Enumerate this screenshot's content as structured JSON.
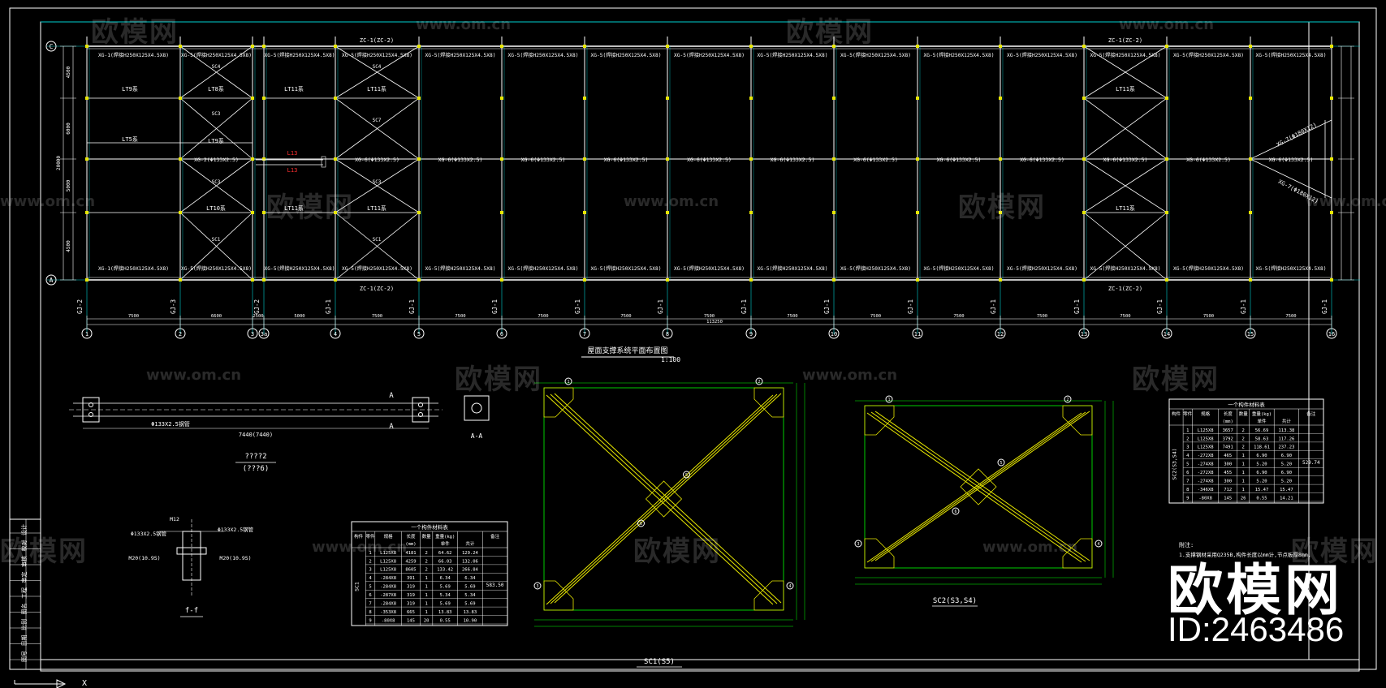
{
  "colors": {
    "frame": "#ffffff",
    "grid": "#00d0d0",
    "member": "#ffffff",
    "green": "#00ff00",
    "yellow": "#e8e800",
    "red": "#ff3030"
  },
  "plan": {
    "title": "屋面支撑系统平面布置图",
    "scale": "1:100",
    "axis_rows": [
      "C",
      "A"
    ],
    "axis_cols": [
      "1",
      "2",
      "3",
      "3a",
      "4",
      "5",
      "6",
      "7",
      "8",
      "9",
      "10",
      "11",
      "12",
      "13",
      "14",
      "15",
      "16"
    ],
    "bay_widths": [
      "7500",
      "6600",
      "2500",
      "5000",
      "7500",
      "7500",
      "7500",
      "7500",
      "7500",
      "7500",
      "7500",
      "7500",
      "7500",
      "7500",
      "7500",
      "7500"
    ],
    "total_width": "113250",
    "column_tags": [
      "GJ-2",
      "GJ-3",
      "GJ-2",
      "GJ-1",
      "GJ-1",
      "GJ-1",
      "GJ-1",
      "GJ-1",
      "GJ-1",
      "GJ-1",
      "GJ-1",
      "GJ-1",
      "GJ-1",
      "GJ-1",
      "GJ-1",
      "GJ-1"
    ],
    "row_dims_left": [
      "4500",
      "6000",
      "5000",
      "4500"
    ],
    "row_total_left": "20000",
    "top_ties": [
      "XG-1(焊接H250X125X4.5X8)",
      "XG-5(焊接H250X125X4.5X8)",
      "XG-5(焊接H250X125X4.5X8)",
      "XG-5(焊接H250X125X4.5X8)",
      "XG-5(焊接H250X125X4.5X8)",
      "XG-5(焊接H250X125X4.5X8)",
      "XG-5(焊接H250X125X4.5X8)",
      "XG-5(焊接H250X125X4.5X8)",
      "XG-5(焊接H250X125X4.5X8)",
      "XG-5(焊接H250X125X4.5X8)",
      "XG-5(焊接H250X125X4.5X8)",
      "XG-5(焊接H250X125X4.5X8)",
      "XG-5(焊接H250X125X4.5X8)",
      "XG-5(焊接H250X125X4.5X8)",
      "XG-5(焊接H250X125X4.5X8)"
    ],
    "mid_ties": [
      "XG-2(Φ133X2.5)",
      "XG-6(Φ133X2.5)",
      "XG-6(Φ133X2.5)",
      "XG-6(Φ133X2.5)",
      "XG-6(Φ133X2.5)",
      "XG-6(Φ133X2.5)",
      "XG-6(Φ133X2.5)",
      "XG-6(Φ133X2.5)",
      "XG-6(Φ133X2.5)",
      "XG-6(Φ133X2.5)",
      "XG-6(Φ133X2.5)",
      "XG-6(Φ133X2.5)",
      "XG-6(Φ133X2.5)"
    ],
    "zc_top": [
      "ZC-1(ZC-2)",
      "ZC-1(ZC-2)"
    ],
    "zc_bottom": [
      "ZC-1(ZC-2)",
      "ZC-1(ZC-2)"
    ],
    "lt_labels": [
      "LT9系",
      "LT5系",
      "LT8系",
      "LT9系",
      "LT10系",
      "LT11系",
      "LT11系",
      "LT11系",
      "LT11系",
      "LT11系",
      "LT11系"
    ],
    "red_labels": [
      "L13",
      "L13"
    ],
    "bracing_tags": [
      "SC4",
      "SC3",
      "SC3",
      "SC1",
      "SC4",
      "SC7",
      "SC3",
      "SC1"
    ],
    "xg7": [
      "XG-7(Φ180X12)",
      "XG-7(Φ180X12)"
    ]
  },
  "tie_detail": {
    "title": "????2",
    "subtitle": "(???6)",
    "length": "7440(7440)",
    "pipe": "Φ133X2.5钢管",
    "section_label": "A-A",
    "section_mark": "A"
  },
  "ff_detail": {
    "title": "f-f",
    "notes": [
      "Φ133X2.5钢管",
      "Φ133X2.5钢管",
      "M12",
      "M20(10.9S)",
      "M20(10.9S)"
    ]
  },
  "sc1": {
    "title": "SC1(S5)"
  },
  "sc2": {
    "title": "SC2(S3,S4)"
  },
  "table1": {
    "title": "一个构件材料表",
    "headers": [
      "构件",
      "零件",
      "规格",
      "长度",
      "数量",
      "重量(kg)",
      "",
      "备注"
    ],
    "subheaders": [
      "",
      "",
      "",
      "(mm)",
      "",
      "单件",
      "共计",
      ""
    ],
    "rows": [
      [
        "1",
        "L125X8",
        "4181",
        "2",
        "64.62",
        "129.24"
      ],
      [
        "2",
        "L125X8",
        "4259",
        "2",
        "66.03",
        "132.06"
      ],
      [
        "3",
        "L125X8",
        "8605",
        "2",
        "133.42",
        "266.84"
      ],
      [
        "4",
        "-284X8",
        "391",
        "1",
        "6.34",
        "6.34"
      ],
      [
        "5",
        "-284X8",
        "319",
        "1",
        "5.69",
        "5.69"
      ],
      [
        "6",
        "-287X8",
        "319",
        "1",
        "5.34",
        "5.34"
      ],
      [
        "7",
        "-284X8",
        "319",
        "1",
        "5.69",
        "5.69"
      ],
      [
        "8",
        "-353X8",
        "665",
        "1",
        "13.83",
        "13.83"
      ],
      [
        "9",
        "-80X8",
        "145",
        "20",
        "0.55",
        "10.90"
      ]
    ],
    "member": "SC1",
    "total": "583.50"
  },
  "table2": {
    "title": "一个构件材料表",
    "headers": [
      "构件",
      "零件",
      "规格",
      "长度",
      "数量",
      "重量(kg)",
      "",
      "备注"
    ],
    "subheaders": [
      "",
      "",
      "",
      "(mm)",
      "",
      "单件",
      "共计",
      ""
    ],
    "rows": [
      [
        "1",
        "L125X8",
        "3657",
        "2",
        "56.69",
        "113.38"
      ],
      [
        "2",
        "L125X8",
        "3792",
        "2",
        "58.63",
        "117.26"
      ],
      [
        "3",
        "L125X8",
        "7491",
        "2",
        "118.61",
        "237.23"
      ],
      [
        "4",
        "-272X8",
        "465",
        "1",
        "6.90",
        "6.90"
      ],
      [
        "5",
        "-274X8",
        "300",
        "1",
        "5.20",
        "5.20"
      ],
      [
        "6",
        "-272X8",
        "455",
        "1",
        "6.90",
        "6.90"
      ],
      [
        "7",
        "-274X8",
        "300",
        "1",
        "5.20",
        "5.20"
      ],
      [
        "8",
        "-346X8",
        "712",
        "1",
        "15.47",
        "15.47"
      ],
      [
        "9",
        "-80X8",
        "145",
        "26",
        "0.55",
        "14.21"
      ]
    ],
    "member": "SC2(S3,S4)",
    "total": "529.74"
  },
  "notes": {
    "title": "附注:",
    "line": "1.支撑钢材采用Q235B,构件长度以mm计,节点板厚8mm."
  },
  "title_block": [
    "设计",
    "校对",
    "审核",
    "审定",
    "工程",
    "图名",
    "比例",
    "日期",
    "图号"
  ],
  "watermark": {
    "logo": "欧模网",
    "url": "www.om.cn",
    "id": "ID:2463486"
  },
  "ucs": {
    "x": "X"
  }
}
